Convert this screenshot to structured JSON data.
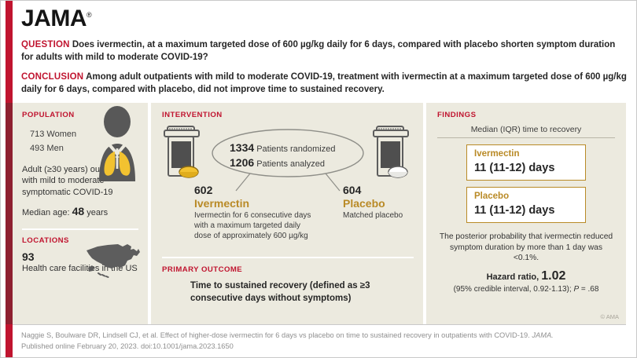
{
  "brand": {
    "logo": "JAMA",
    "trademark": "®",
    "accent": "#c0142f",
    "gold": "#b98a26",
    "panel_bg": "#eceadf"
  },
  "header": {
    "question_label": "QUESTION",
    "question_text": " Does ivermectin, at a maximum targeted dose of 600 µg/kg daily for 6 days, compared with placebo shorten symptom duration for adults with mild to moderate COVID-19?",
    "conclusion_label": "CONCLUSION",
    "conclusion_text": " Among adult outpatients with mild to moderate COVID-19, treatment with ivermectin at a maximum targeted dose of 600 µg/kg daily for 6 days, compared with placebo, did not improve time to sustained recovery."
  },
  "population": {
    "heading": "POPULATION",
    "women_count": "713",
    "women_label": " Women",
    "men_count": "493",
    "men_label": " Men",
    "description": "Adult (≥30 years) outpatients with mild to moderate symptomatic COVID-19",
    "median_age_prefix": "Median age: ",
    "median_age_value": "48",
    "median_age_suffix": " years",
    "icon": "person-lungs-icon"
  },
  "locations": {
    "heading": "LOCATIONS",
    "count": "93",
    "description": "Health care facilities in the US",
    "icon": "us-map-icon"
  },
  "intervention": {
    "heading": "INTERVENTION",
    "randomized_value": "1334",
    "randomized_label": " Patients randomized",
    "analyzed_value": "1206",
    "analyzed_label": " Patients analyzed",
    "arms": [
      {
        "n": "602",
        "name": "Ivermectin",
        "description": "Ivermectin for 6 consecutive days with a maximum targeted daily dose of approximately 600 µg/kg",
        "icon": "pill-bottle-icon"
      },
      {
        "n": "604",
        "name": "Placebo",
        "description": "Matched placebo",
        "icon": "pill-bottle-icon"
      }
    ]
  },
  "primary_outcome": {
    "heading": "PRIMARY OUTCOME",
    "text": "Time to sustained recovery (defined as ≥3 consecutive days without symptoms)"
  },
  "findings": {
    "heading": "FINDINGS",
    "subheading": "Median (IQR) time to recovery",
    "results": [
      {
        "name": "Ivermectin",
        "value": "11 (11-12) days"
      },
      {
        "name": "Placebo",
        "value": "11 (11-12) days"
      }
    ],
    "note": "The posterior probability that ivermectin reduced symptom duration by more than 1 day was <0.1%.",
    "hazard_label": "Hazard ratio, ",
    "hazard_value": "1.02",
    "ci_pre": "(95% credible interval, 0.92-1.13); ",
    "ci_p_italic": "P",
    "ci_post": " = .68",
    "copyright": "© AMA"
  },
  "footer": {
    "line1_pre": "Naggie S, Boulware DR, Lindsell CJ, et al. Effect of higher-dose ivermectin for 6 days vs placebo on time to sustained recovery in outpatients with COVID-19. ",
    "line1_journal": "JAMA.",
    "line2": "Published online February 20, 2023. doi:10.1001/jama.2023.1650"
  }
}
